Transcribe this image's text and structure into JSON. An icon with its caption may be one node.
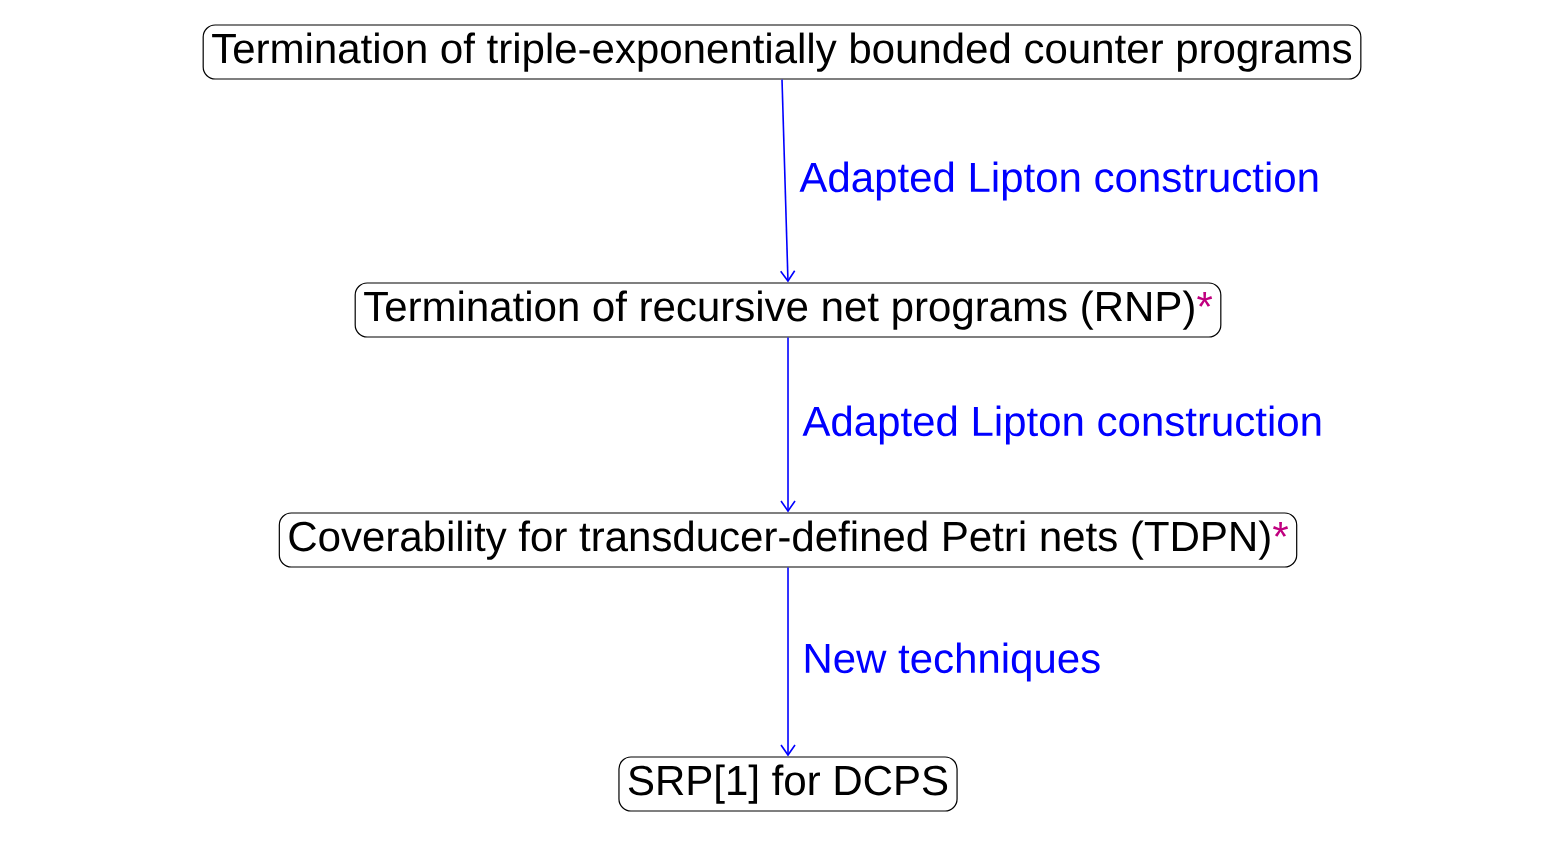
{
  "diagram": {
    "nodes": [
      {
        "text": [
          "Termination of triple-exponentially bounded counter programs"
        ]
      },
      {
        "text": [
          "Termination of recursive net programs (RNP)",
          "*"
        ]
      },
      {
        "text": [
          "Coverability for transducer-defined Petri nets (TDPN)",
          "*"
        ]
      },
      {
        "text": [
          "SRP[1] for DCPS"
        ]
      }
    ],
    "edges": [
      {
        "from": 0,
        "to": 1,
        "arrow": "to",
        "label": "Adapted Lipton construction"
      },
      {
        "from": 1,
        "to": 2,
        "arrow": "to",
        "label": "Adapted Lipton construction"
      },
      {
        "from": 2,
        "to": 3,
        "arrow": "to",
        "label": "New techniques"
      }
    ]
  }
}
